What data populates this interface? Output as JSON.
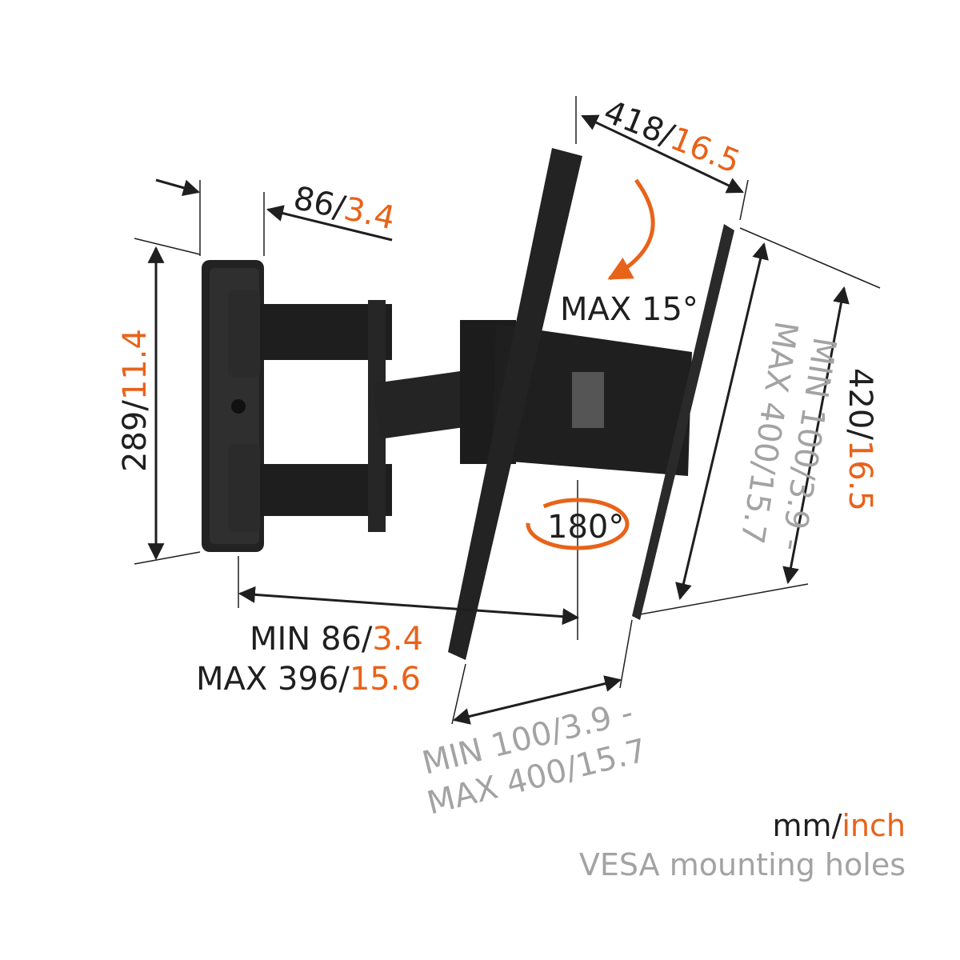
{
  "colors": {
    "dark": "#1f1f1f",
    "orange": "#e8631a",
    "gray": "#a3a3a3",
    "metal": "#2a2a2a"
  },
  "depth": {
    "mm": "86/",
    "inch": "3.4"
  },
  "height": {
    "mm": "289/",
    "inch": "11.4"
  },
  "bracket_width": {
    "mm": "418/",
    "inch": "16.5"
  },
  "bracket_height": {
    "mm": "420/",
    "inch": "16.5"
  },
  "tilt": {
    "label": "MAX 15°"
  },
  "swivel": {
    "label": "180°"
  },
  "extension": {
    "min_mm": "MIN 86/",
    "min_inch": "3.4",
    "max_mm": "MAX 396/",
    "max_inch": "15.6"
  },
  "vesa_vertical": {
    "min_mm": "MIN 100",
    "min_inch": "/3.9 -",
    "max_mm": "MAX 400",
    "max_inch": "/15.7"
  },
  "vesa_horizontal": {
    "min_mm": "MIN 100",
    "min_inch": "/3.9 -",
    "max_mm": "MAX 400",
    "max_inch": "/15.7"
  },
  "legend": {
    "mm": "mm/",
    "inch": "inch",
    "vesa": "VESA mounting holes"
  }
}
